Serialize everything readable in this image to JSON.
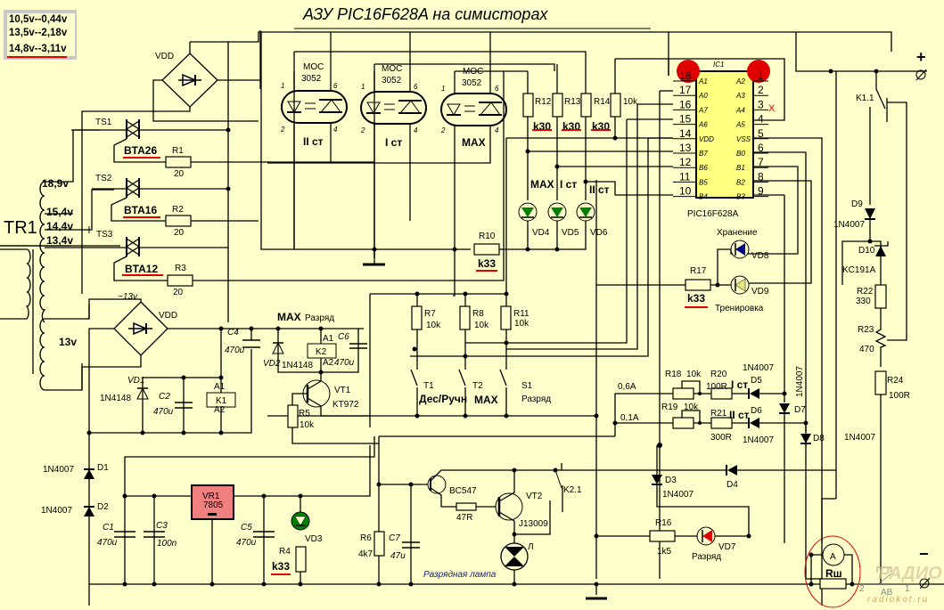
{
  "title": "АЗУ PIC16F628A на симисторах",
  "voltage_table": [
    "10,5v--0,44v",
    "13,5v--2,18v",
    "14,8v--3,11v"
  ],
  "colors": {
    "background": "#ffffcc",
    "highlight": "#e00000",
    "regulator": "#f08080",
    "ic": "#ffff80",
    "led_green": "#008000",
    "led_blue": "#000080",
    "led_yellow": "#e6e680",
    "led_red": "#e00000",
    "watermark": "#d6c39a"
  },
  "transformer": {
    "name": "TR1",
    "taps": [
      "18,9v",
      "15,4v",
      "14,4v",
      "13,4v"
    ],
    "secondary2": "13v",
    "ac_label": "~13v"
  },
  "triacs": [
    {
      "name": "TS1",
      "part": "BTA26",
      "resistor": "R1",
      "value": "20"
    },
    {
      "name": "TS2",
      "part": "BTA16",
      "resistor": "R2",
      "value": "20"
    },
    {
      "name": "TS3",
      "part": "BTA12",
      "resistor": "R3",
      "value": "20"
    }
  ],
  "bridge1": {
    "label": "VDD"
  },
  "bridge2": {
    "label": "VDD"
  },
  "optocouplers": [
    {
      "line1": "MOC",
      "line2": "3052",
      "stage": "II ст",
      "p1": "1",
      "p2": "2",
      "p6": "6",
      "p4": "4"
    },
    {
      "line1": "MOC",
      "line2": "3052",
      "stage": "I ст",
      "p1": "1",
      "p2": "2",
      "p6": "6",
      "p4": "4"
    },
    {
      "line1": "MOC",
      "line2": "3052",
      "stage": "MAX",
      "p1": "1",
      "p2": "2",
      "p6": "6",
      "p4": "4"
    }
  ],
  "pullups": [
    {
      "name": "R12",
      "value": "k30"
    },
    {
      "name": "R13",
      "value": "k30"
    },
    {
      "name": "R14",
      "value": "k30"
    },
    {
      "name": "",
      "value": "10k"
    }
  ],
  "leds_top": [
    {
      "label": "MAX",
      "name": "VD4"
    },
    {
      "label": "I ст",
      "name": "VD5"
    },
    {
      "label": "II ст",
      "name": "VD6"
    }
  ],
  "r10": {
    "name": "R10",
    "value": "k33"
  },
  "ic": {
    "ref": "IC1",
    "part": "PIC16F628A",
    "left_pins": [
      {
        "num": "18",
        "name": "A1"
      },
      {
        "num": "17",
        "name": "A0"
      },
      {
        "num": "16",
        "name": "A7"
      },
      {
        "num": "15",
        "name": "A6"
      },
      {
        "num": "14",
        "name": "VDD"
      },
      {
        "num": "13",
        "name": "B7"
      },
      {
        "num": "12",
        "name": "B6"
      },
      {
        "num": "11",
        "name": "B5"
      },
      {
        "num": "10",
        "name": "B4"
      }
    ],
    "right_pins": [
      {
        "num": "1",
        "name": "A2"
      },
      {
        "num": "2",
        "name": "A3"
      },
      {
        "num": "3",
        "name": "A4"
      },
      {
        "num": "4",
        "name": "A5"
      },
      {
        "num": "5",
        "name": "VSS"
      },
      {
        "num": "6",
        "name": "B0"
      },
      {
        "num": "7",
        "name": "B1"
      },
      {
        "num": "8",
        "name": "B2"
      },
      {
        "num": "9",
        "name": "B3"
      }
    ],
    "nc_mark": "X"
  },
  "terminals": {
    "plus": "+",
    "minus": "−"
  },
  "relay_k11": "K1.1",
  "d9": {
    "name": "D9",
    "part": "1N4007"
  },
  "d10": {
    "name": "D10",
    "part": "KC191A"
  },
  "r22": {
    "name": "R22",
    "value": "330"
  },
  "r23": {
    "name": "R23",
    "value": "470"
  },
  "r24": {
    "name": "R24",
    "value": "100R"
  },
  "vd8": {
    "name": "VD8",
    "label": "Хранение"
  },
  "vd9": {
    "name": "VD9",
    "label": "Тренировка"
  },
  "r17": {
    "name": "R17",
    "value": "k33"
  },
  "buttons_r": [
    {
      "name": "R7",
      "value": "10k"
    },
    {
      "name": "R8",
      "value": "10k"
    },
    {
      "name": "R11",
      "value": "10k"
    }
  ],
  "switches": [
    {
      "name": "T1",
      "label": "Дес/Ручн"
    },
    {
      "name": "T2",
      "label": "MAX"
    },
    {
      "name": "S1",
      "label": "Разряд"
    }
  ],
  "current_set": {
    "i1": "0,6A",
    "i2": "0,1A",
    "r18": {
      "name": "R18",
      "value": "10k"
    },
    "r19": {
      "name": "R19",
      "value": "10k"
    },
    "r20": {
      "name": "R20",
      "value": "100R",
      "stage": "I ст"
    },
    "r21": {
      "name": "R21",
      "value": "300R",
      "stage": "II ст"
    },
    "d5": {
      "name": "D5",
      "part": "1N4007"
    },
    "d6": {
      "name": "D6",
      "part": "1N4007"
    },
    "d7": {
      "name": "D7",
      "part": "1N4007"
    },
    "d8": {
      "name": "D8",
      "part": "1N4007"
    }
  },
  "psu": {
    "vd1": {
      "name": "VD1",
      "part": "1N4148"
    },
    "c2": {
      "name": "C2",
      "value": "470u"
    },
    "k1": "K1",
    "c4": {
      "name": "C4",
      "value": "470u"
    },
    "vd2": {
      "name": "VD2",
      "part": "1N4148"
    },
    "k2": "K2",
    "c6": {
      "name": "C6",
      "value": "470u"
    },
    "heading_bold": "MAX",
    "heading": "Разряд",
    "vt1": {
      "name": "VT1",
      "part": "KT972"
    },
    "r5": {
      "name": "R5",
      "value": "10k"
    },
    "a1": "A1",
    "a2": "A2"
  },
  "reg": {
    "d1": {
      "name": "D1",
      "part": "1N4007"
    },
    "d2": {
      "name": "D2",
      "part": "1N4007"
    },
    "c1": {
      "name": "C1",
      "value": "470u"
    },
    "c3": {
      "name": "C3",
      "value": "100n"
    },
    "vr1": {
      "name": "VR1",
      "part": "7805"
    },
    "c5": {
      "name": "C5",
      "value": "470u"
    },
    "vd3": "VD3",
    "r4": {
      "name": "R4",
      "value": "k33"
    }
  },
  "discharge": {
    "r6": {
      "name": "R6",
      "value": "4k7"
    },
    "c7": {
      "name": "C7",
      "value": "47u"
    },
    "q1": "BC547",
    "r47": "47R",
    "vt2": {
      "name": "VT2",
      "part": "J13009"
    },
    "k21": "K2.1",
    "lamp": "Л",
    "lamp_label": "Разрядная лампа",
    "d3": {
      "name": "D3",
      "part": "1N4007"
    },
    "d4": "D4",
    "r16": {
      "name": "R16",
      "value": "1k5"
    },
    "vd7": {
      "name": "VD7",
      "label": "Разряд"
    }
  },
  "ammeter": {
    "symbol": "A",
    "shunt": "Rш",
    "breaker": "AB",
    "pin2": "2",
    "pin1": "1"
  },
  "watermark": {
    "logo": "РАДИО КОТ",
    "url": "radiokot.ru"
  }
}
